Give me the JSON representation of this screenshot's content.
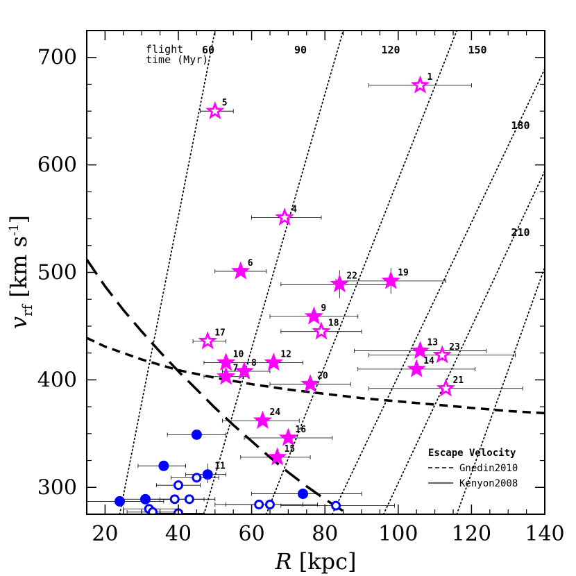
{
  "chart_data": {
    "type": "scatter",
    "xlabel_main": "R",
    "xlabel_unit": "[kpc]",
    "ylabel_main": "v",
    "ylabel_sub": "rf",
    "ylabel_unit_pre": "[km s",
    "ylabel_unit_exp": "-1",
    "ylabel_unit_post": "]",
    "xlim": [
      15,
      140
    ],
    "ylim": [
      275,
      725
    ],
    "xticks": [
      20,
      40,
      60,
      80,
      100,
      120,
      140
    ],
    "yticks": [
      300,
      400,
      500,
      600,
      700
    ],
    "flight_time_title": [
      "flight",
      "time (Myr)"
    ],
    "flight_time_lines": [
      {
        "label": "60",
        "points": [
          [
            24,
            275
          ],
          [
            50,
            725
          ]
        ]
      },
      {
        "label": "90",
        "points": [
          [
            47,
            275
          ],
          [
            85,
            725
          ]
        ]
      },
      {
        "label": "120",
        "points": [
          [
            64,
            275
          ],
          [
            116,
            725
          ]
        ]
      },
      {
        "label": "150",
        "points": [
          [
            82,
            275
          ],
          [
            145,
            725
          ]
        ]
      },
      {
        "label": "180",
        "points": [
          [
            96,
            275
          ],
          [
            158,
            725
          ]
        ]
      },
      {
        "label": "210",
        "points": [
          [
            116,
            275
          ],
          [
            163,
            725
          ]
        ]
      }
    ],
    "flight_time_label_positions": [
      {
        "label": "60",
        "x": 60,
        "y": 705
      },
      {
        "label": "90",
        "x": 90,
        "y": 705
      },
      {
        "label": "120",
        "x": 120,
        "y": 705
      },
      {
        "label": "150",
        "x": 150,
        "y": 705
      },
      {
        "label": "180",
        "x": 180,
        "y": 597
      },
      {
        "label": "210",
        "x": 210,
        "y": 496
      }
    ],
    "escape_curves": [
      {
        "name": "Gnedin2010",
        "style": "dashed",
        "points": [
          [
            15,
            512
          ],
          [
            20,
            487
          ],
          [
            25,
            465
          ],
          [
            30,
            445
          ],
          [
            35,
            426
          ],
          [
            40,
            408
          ],
          [
            45,
            391
          ],
          [
            50,
            374
          ],
          [
            55,
            358
          ],
          [
            60,
            343
          ],
          [
            65,
            328
          ],
          [
            70,
            314
          ],
          [
            75,
            301
          ],
          [
            80,
            289
          ],
          [
            85,
            278
          ],
          [
            90,
            268
          ]
        ]
      },
      {
        "name": "Kenyon2008",
        "style": "short-dashed",
        "points": [
          [
            15,
            439
          ],
          [
            20,
            431
          ],
          [
            25,
            425
          ],
          [
            30,
            419
          ],
          [
            35,
            414
          ],
          [
            40,
            409
          ],
          [
            50,
            402
          ],
          [
            60,
            396
          ],
          [
            70,
            391
          ],
          [
            80,
            387
          ],
          [
            90,
            383
          ],
          [
            100,
            380
          ],
          [
            110,
            377
          ],
          [
            120,
            374
          ],
          [
            130,
            371
          ],
          [
            140,
            369
          ]
        ]
      }
    ],
    "stars": [
      {
        "id": "1",
        "R": 106,
        "v": 674,
        "xerr": [
          92,
          120
        ],
        "yerr": [
          670,
          678
        ]
      },
      {
        "id": "5",
        "R": 50,
        "v": 650,
        "xerr": [
          46,
          55
        ],
        "yerr": [
          646,
          654
        ]
      },
      {
        "id": "4",
        "R": 69,
        "v": 551,
        "xerr": [
          60,
          79
        ],
        "yerr": [
          547,
          555
        ]
      },
      {
        "id": "6",
        "R": 57,
        "v": 501,
        "xerr": [
          50,
          64
        ],
        "yerr": [
          497,
          505
        ]
      },
      {
        "id": "22",
        "R": 84,
        "v": 489,
        "xerr": [
          68,
          99
        ],
        "yerr": [
          476,
          502
        ]
      },
      {
        "id": "19",
        "R": 98,
        "v": 492,
        "xerr": [
          83,
          113
        ],
        "yerr": [
          480,
          504
        ]
      },
      {
        "id": "9",
        "R": 77,
        "v": 459,
        "xerr": [
          65,
          89
        ],
        "yerr": [
          455,
          463
        ]
      },
      {
        "id": "18",
        "R": 79,
        "v": 445,
        "xerr": [
          68,
          90
        ],
        "yerr": [
          441,
          449
        ]
      },
      {
        "id": "17",
        "R": 48,
        "v": 436,
        "xerr": [
          44,
          53
        ],
        "yerr": [
          432,
          440
        ]
      },
      {
        "id": "10",
        "R": 53,
        "v": 416,
        "xerr": [
          47,
          59
        ],
        "yerr": [
          412,
          420
        ]
      },
      {
        "id": "12",
        "R": 66,
        "v": 416,
        "xerr": [
          59,
          74
        ],
        "yerr": [
          412,
          420
        ]
      },
      {
        "id": "7",
        "R": 53,
        "v": 403,
        "xerr": [
          47,
          59
        ],
        "yerr": [
          399,
          407
        ]
      },
      {
        "id": "8",
        "R": 58,
        "v": 408,
        "xerr": [
          52,
          65
        ],
        "yerr": [
          404,
          412
        ]
      },
      {
        "id": "20",
        "R": 76,
        "v": 396,
        "xerr": [
          65,
          87
        ],
        "yerr": [
          392,
          400
        ]
      },
      {
        "id": "13",
        "R": 106,
        "v": 427,
        "xerr": [
          88,
          124
        ],
        "yerr": [
          423,
          431
        ]
      },
      {
        "id": "23",
        "R": 112,
        "v": 423,
        "xerr": [
          92,
          132
        ],
        "yerr": [
          418,
          428
        ]
      },
      {
        "id": "14",
        "R": 105,
        "v": 410,
        "xerr": [
          89,
          121
        ],
        "yerr": [
          406,
          414
        ]
      },
      {
        "id": "21",
        "R": 113,
        "v": 392,
        "xerr": [
          92,
          134
        ],
        "yerr": [
          388,
          396
        ]
      },
      {
        "id": "24",
        "R": 63,
        "v": 362,
        "xerr": [
          52,
          73
        ],
        "yerr": [
          358,
          366
        ]
      },
      {
        "id": "16",
        "R": 70,
        "v": 346,
        "xerr": [
          58,
          82
        ],
        "yerr": [
          342,
          350
        ]
      },
      {
        "id": "15",
        "R": 67,
        "v": 328,
        "xerr": [
          57,
          76
        ],
        "yerr": [
          324,
          332
        ]
      }
    ],
    "filled_circles": [
      {
        "id": "11",
        "R": 48,
        "v": 312,
        "xerr": [
          42,
          53
        ],
        "yerr": [
          304,
          322
        ]
      },
      {
        "R": 45,
        "v": 349,
        "xerr": [
          37,
          53
        ],
        "yerr": [
          349,
          349
        ]
      },
      {
        "R": 36,
        "v": 320,
        "xerr": [
          29,
          42
        ],
        "yerr": [
          320,
          320
        ]
      },
      {
        "R": 24,
        "v": 287,
        "xerr": [
          15,
          36
        ],
        "yerr": [
          287,
          287
        ]
      },
      {
        "R": 31,
        "v": 289,
        "xerr": [
          24,
          39
        ],
        "yerr": [
          289,
          289
        ]
      },
      {
        "R": 74,
        "v": 294,
        "xerr": [
          60,
          90
        ],
        "yerr": [
          294,
          294
        ]
      }
    ],
    "open_circles": [
      {
        "R": 40,
        "v": 302,
        "xerr": [
          34,
          46
        ],
        "yerr": [
          302,
          302
        ]
      },
      {
        "R": 45,
        "v": 309,
        "xerr": [
          38,
          51
        ],
        "yerr": [
          309,
          309
        ]
      },
      {
        "R": 39,
        "v": 289,
        "xerr": [
          31,
          47
        ],
        "yerr": [
          289,
          289
        ]
      },
      {
        "R": 43,
        "v": 289,
        "xerr": [
          35,
          50
        ],
        "yerr": [
          289,
          289
        ]
      },
      {
        "R": 32,
        "v": 280,
        "xerr": [
          25,
          40
        ],
        "yerr": [
          280,
          280
        ]
      },
      {
        "R": 33,
        "v": 277,
        "xerr": [
          26,
          41
        ],
        "yerr": [
          277,
          277
        ]
      },
      {
        "R": 40,
        "v": 276,
        "xerr": [
          33,
          47
        ],
        "yerr": [
          276,
          276
        ]
      },
      {
        "R": 62,
        "v": 284,
        "xerr": [
          50,
          74
        ],
        "yerr": [
          284,
          284
        ]
      },
      {
        "R": 65,
        "v": 284,
        "xerr": [
          53,
          78
        ],
        "yerr": [
          284,
          284
        ]
      },
      {
        "R": 83,
        "v": 283,
        "xerr": [
          68,
          99
        ],
        "yerr": [
          283,
          283
        ]
      }
    ],
    "legend": {
      "title": "Escape Velocity",
      "entries": [
        {
          "label": "Gnedin2010",
          "style": "dashed"
        },
        {
          "label": "Kenyon2008",
          "style": "solid"
        }
      ],
      "placement": "bottom-right"
    },
    "colors": {
      "star": "#ff00ff",
      "circle": "#0000ff",
      "axis": "#000000"
    }
  }
}
